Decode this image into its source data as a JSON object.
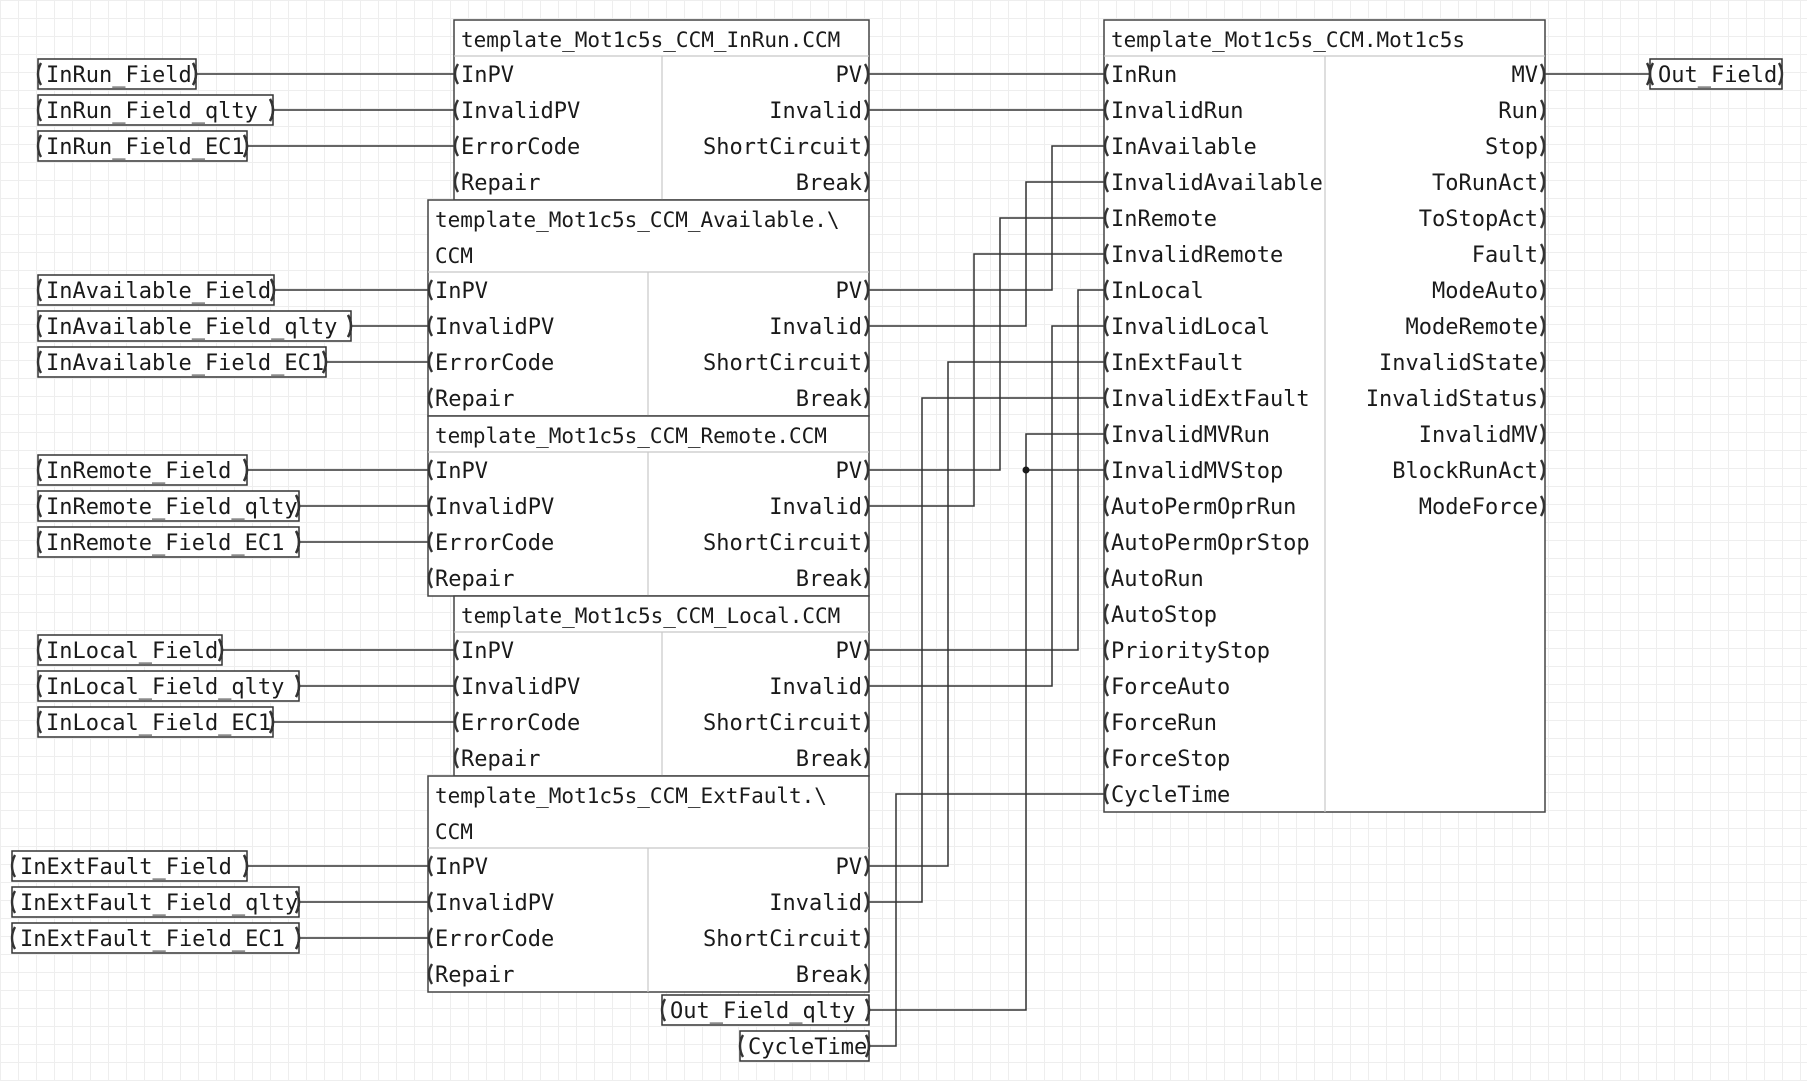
{
  "blocks": [
    {
      "title": [
        "template_Mot1c5s_CCM_InRun.CCM"
      ],
      "inputs": [
        "InPV",
        "InvalidPV",
        "ErrorCode",
        "Repair"
      ],
      "outputs": [
        "PV",
        "Invalid",
        "ShortCircuit",
        "Break"
      ]
    },
    {
      "title": [
        "template_Mot1c5s_CCM_Available.\\",
        "CCM"
      ],
      "inputs": [
        "InPV",
        "InvalidPV",
        "ErrorCode",
        "Repair"
      ],
      "outputs": [
        "PV",
        "Invalid",
        "ShortCircuit",
        "Break"
      ]
    },
    {
      "title": [
        "template_Mot1c5s_CCM_Remote.CCM"
      ],
      "inputs": [
        "InPV",
        "InvalidPV",
        "ErrorCode",
        "Repair"
      ],
      "outputs": [
        "PV",
        "Invalid",
        "ShortCircuit",
        "Break"
      ]
    },
    {
      "title": [
        "template_Mot1c5s_CCM_Local.CCM"
      ],
      "inputs": [
        "InPV",
        "InvalidPV",
        "ErrorCode",
        "Repair"
      ],
      "outputs": [
        "PV",
        "Invalid",
        "ShortCircuit",
        "Break"
      ]
    },
    {
      "title": [
        "template_Mot1c5s_CCM_ExtFault.\\",
        "CCM"
      ],
      "inputs": [
        "InPV",
        "InvalidPV",
        "ErrorCode",
        "Repair"
      ],
      "outputs": [
        "PV",
        "Invalid",
        "ShortCircuit",
        "Break"
      ]
    },
    {
      "title": [
        "template_Mot1c5s_CCM.Mot1c5s"
      ],
      "inputs": [
        "InRun",
        "InvalidRun",
        "InAvailable",
        "InvalidAvailable",
        "InRemote",
        "InvalidRemote",
        "InLocal",
        "InvalidLocal",
        "InExtFault",
        "InvalidExtFault",
        "InvalidMVRun",
        "InvalidMVStop",
        "AutoPermOprRun",
        "AutoPermOprStop",
        "AutoRun",
        "AutoStop",
        "PriorityStop",
        "ForceAuto",
        "ForceRun",
        "ForceStop",
        "CycleTime"
      ],
      "outputs": [
        "MV",
        "Run",
        "Stop",
        "ToRunAct",
        "ToStopAct",
        "Fault",
        "ModeAuto",
        "ModeRemote",
        "InvalidState",
        "InvalidStatus",
        "InvalidMV",
        "BlockRunAct",
        "ModeForce"
      ]
    }
  ],
  "input_tags": [
    "InRun_Field",
    "InRun_Field_qlty",
    "InRun_Field_EC1",
    "InAvailable_Field",
    "InAvailable_Field_qlty",
    "InAvailable_Field_EC1",
    "InRemote_Field",
    "InRemote_Field_qlty",
    "InRemote_Field_EC1",
    "InLocal_Field",
    "InLocal_Field_qlty",
    "InLocal_Field_EC1",
    "InExtFault_Field",
    "InExtFault_Field_qlty",
    "InExtFault_Field_EC1"
  ],
  "extra_tags": [
    "Out_Field_qlty",
    "CycleTime"
  ],
  "output_tags": [
    "Out_Field"
  ]
}
